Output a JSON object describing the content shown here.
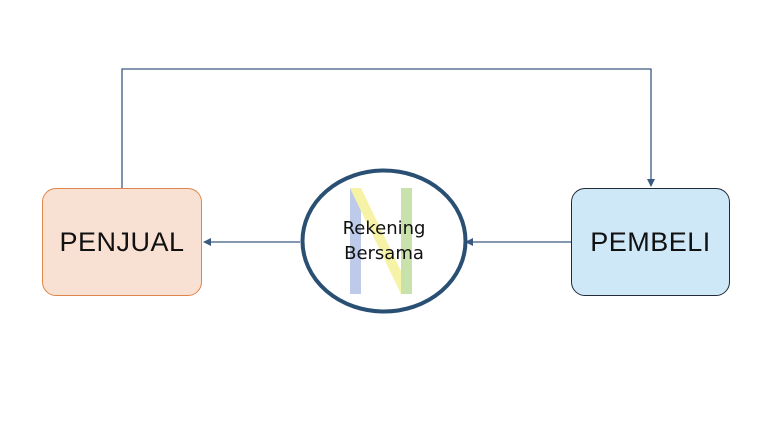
{
  "diagram": {
    "nodes": {
      "seller": {
        "label": "PENJUAL"
      },
      "buyer": {
        "label": "PEMBELI"
      },
      "escrow": {
        "line1": "Rekening",
        "line2": "Bersama"
      }
    },
    "edges": [
      {
        "from": "seller",
        "to": "buyer",
        "route": "over the top"
      },
      {
        "from": "buyer",
        "to": "escrow"
      },
      {
        "from": "escrow",
        "to": "seller"
      }
    ],
    "colors": {
      "seller_fill": "#f8e0d3",
      "seller_border": "#e0864a",
      "buyer_fill": "#cfe8f7",
      "buyer_border": "#222a3a",
      "escrow_border": "#294f73",
      "connector": "#3a5a80",
      "watermark_blue": "#a9b9e2",
      "watermark_yellow": "#f3f08a",
      "watermark_green": "#b7d88e"
    },
    "icons": {
      "escrow_watermark": "N-logo-watermark-icon"
    }
  }
}
